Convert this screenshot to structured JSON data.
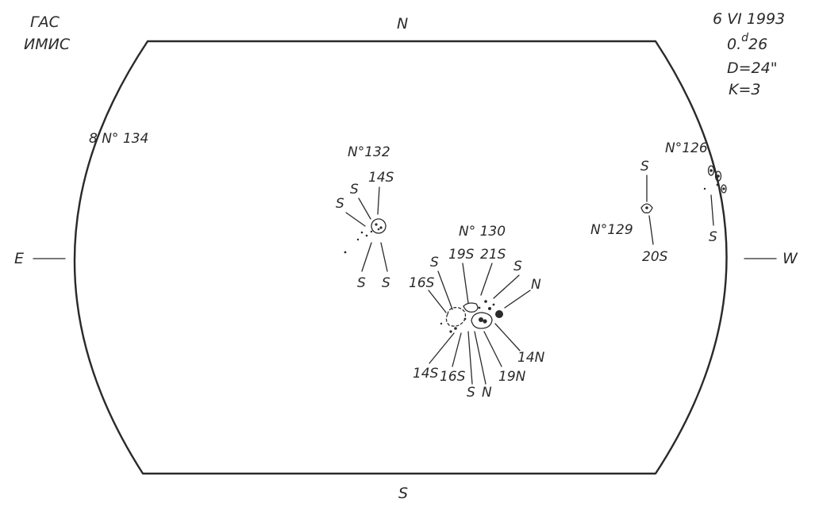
{
  "header_left": {
    "line1": "ГАС",
    "line2": "ИМИС"
  },
  "header_right": {
    "date": "6 VI 1993",
    "time_main": "0.",
    "time_sup": "d",
    "time_rest": "26",
    "diameter": "D=24\"",
    "k": "K=3"
  },
  "directions": {
    "north": "N",
    "south": "S",
    "east": "E",
    "west": "W"
  },
  "regions": {
    "r134": {
      "number": "8 N° 134"
    },
    "r132": {
      "number": "N°132",
      "upper_labels": [
        "S",
        "S",
        "14S"
      ],
      "lower_labels": [
        "S",
        "S"
      ]
    },
    "r130": {
      "number": "N° 130",
      "upper_labels": [
        "S",
        "19S",
        "21S",
        "S",
        "N"
      ],
      "left_label": "16S",
      "lower_labels": [
        "14S",
        "16S",
        "S",
        "N",
        "19N",
        "14N"
      ]
    },
    "r129": {
      "number": "N°129",
      "upper_label": "S",
      "lower_label": "20S"
    },
    "r126": {
      "number": "N°126",
      "lower_label": "S"
    }
  },
  "colors": {
    "ink": "#2a2a2a",
    "paper": "#ffffff"
  }
}
